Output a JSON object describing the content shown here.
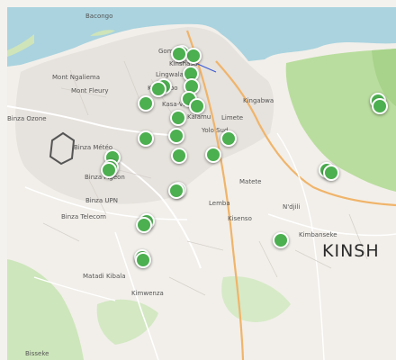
{
  "map": {
    "city_label": "KINSH",
    "places": [
      {
        "name": "Bacongo",
        "water": false
      },
      {
        "name": "Gombe",
        "water": false
      },
      {
        "name": "Kinshasa",
        "water": false
      },
      {
        "name": "Lingwala",
        "water": false
      },
      {
        "name": "Kintambo",
        "water": false
      },
      {
        "name": "Kasa-Vubu",
        "water": false
      },
      {
        "name": "Kalamu",
        "water": false
      },
      {
        "name": "Limete",
        "water": false
      },
      {
        "name": "Kingabwa",
        "water": false
      },
      {
        "name": "Mont Ngaliema",
        "water": false
      },
      {
        "name": "Mont Fleury",
        "water": false
      },
      {
        "name": "Binza Ozone",
        "water": false
      },
      {
        "name": "Binza Météo",
        "water": false
      },
      {
        "name": "Binza Pigeon",
        "water": false
      },
      {
        "name": "Binza UPN",
        "water": false
      },
      {
        "name": "Binza Telecom",
        "water": false
      },
      {
        "name": "Yolo Sud",
        "water": false
      },
      {
        "name": "Matete",
        "water": false
      },
      {
        "name": "Lemba",
        "water": false
      },
      {
        "name": "Kisenso",
        "water": false
      },
      {
        "name": "N'djili",
        "water": false
      },
      {
        "name": "Kimbanseke",
        "water": false
      },
      {
        "name": "Matadi Kibala",
        "water": false
      },
      {
        "name": "Kimwenza",
        "water": false
      },
      {
        "name": "Bisseke",
        "water": false
      }
    ],
    "marker_color": "#4caf50",
    "marker_count": 30
  }
}
